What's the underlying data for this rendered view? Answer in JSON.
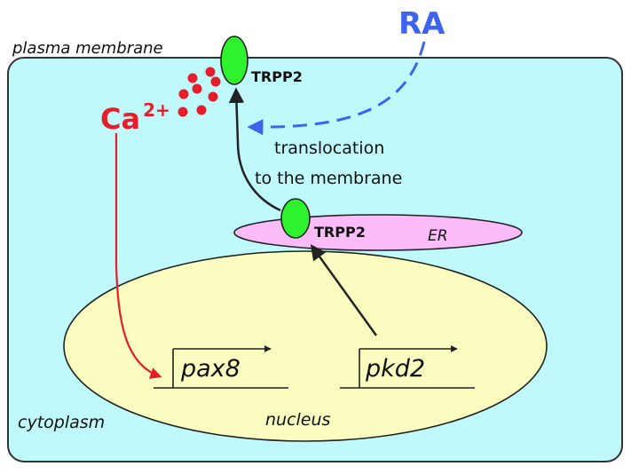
{
  "labels": {
    "plasma_membrane": "plasma membrane",
    "cytoplasm": "cytoplasm",
    "nucleus": "nucleus",
    "er": "ER",
    "trpp2_membrane": "TRPP2",
    "trpp2_er": "TRPP2",
    "ra": "RA",
    "calcium_base": "Ca",
    "calcium_charge": "2+",
    "translocation_line1": "translocation",
    "translocation_line2": "to the membrane",
    "gene_pax8": "pax8",
    "gene_pkd2": "pkd2"
  },
  "colors": {
    "cell_fill": "#bff9fc",
    "nucleus_fill": "#fbfcc0",
    "er_fill": "#fbbcf9",
    "trpp2_fill": "#2ef22e",
    "calcium": "#e41e2b",
    "ra": "#3c64f0",
    "outline": "#222222",
    "text": "#111111"
  },
  "calcium_ion_count": 8
}
